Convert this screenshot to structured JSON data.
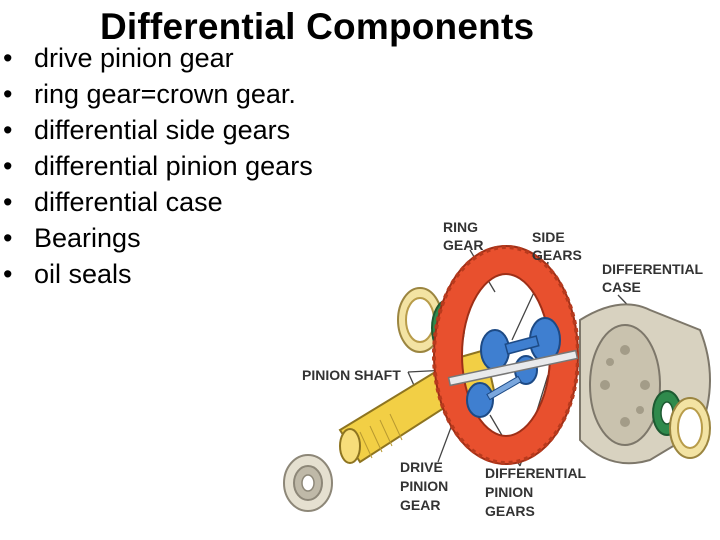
{
  "slide": {
    "title": "Differential Components",
    "bullets": [
      "drive pinion gear",
      "ring gear=crown gear.",
      "differential side gears",
      "differential pinion gears",
      "differential case",
      "Bearings",
      "oil seals"
    ]
  },
  "figure": {
    "labels": {
      "ring_gear": [
        "RING",
        "GEAR"
      ],
      "side_gears": [
        "SIDE",
        "GEARS"
      ],
      "differential_case": [
        "DIFFERENTIAL",
        "CASE"
      ],
      "pinion_shaft": [
        "PINION SHAFT"
      ],
      "drive_pinion_gear": [
        "DRIVE",
        "PINION",
        "GEAR"
      ],
      "differential_pinion_gears": [
        "DIFFERENTIAL",
        "PINION",
        "GEARS"
      ]
    },
    "colors": {
      "ring_gear": "#e8502e",
      "side_gears": "#3f7fd0",
      "case": "#d8d2c0",
      "drive_pinion": "#f2cf45",
      "seal": "#2f8a4c",
      "bearing": "#e6c05a"
    }
  }
}
